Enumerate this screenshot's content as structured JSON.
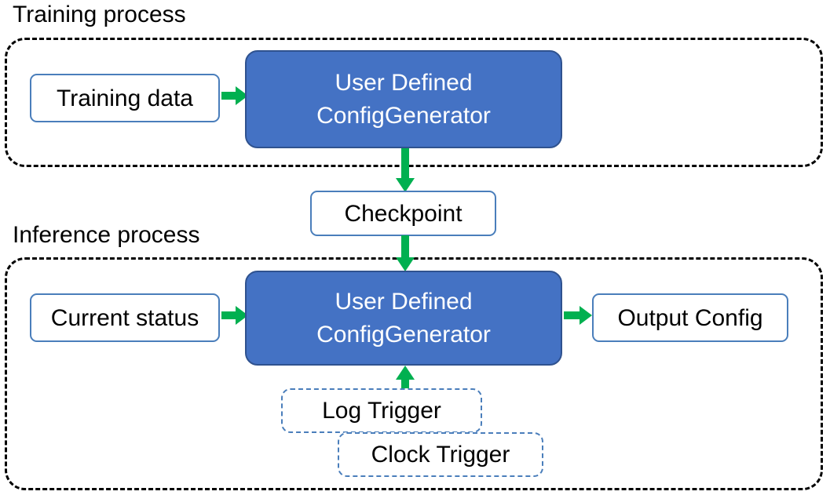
{
  "diagram": {
    "title_training": "Training process",
    "title_inference": "Inference process",
    "colors": {
      "arrow_green": "#00B050",
      "box_blue_fill": "#4472C4",
      "box_blue_border": "#2F528F",
      "node_border_blue": "#4A7EBB",
      "container_dash": "#000000",
      "text_dark": "#000000",
      "text_light": "#FFFFFF"
    }
  },
  "training": {
    "label": "Training process",
    "nodes": {
      "training_data": "Training data",
      "generator_line1": "User Defined",
      "generator_line2": "ConfigGenerator"
    }
  },
  "checkpoint": {
    "label": "Checkpoint"
  },
  "inference": {
    "label": "Inference process",
    "nodes": {
      "current_status": "Current status",
      "generator_line1": "User Defined",
      "generator_line2": "ConfigGenerator",
      "output_config": "Output Config",
      "log_trigger": "Log Trigger",
      "clock_trigger": "Clock Trigger"
    }
  },
  "edges": [
    {
      "name": "training-data-to-generator",
      "direction": "right"
    },
    {
      "name": "generator-to-checkpoint",
      "direction": "down"
    },
    {
      "name": "checkpoint-to-inference-generator",
      "direction": "down"
    },
    {
      "name": "current-status-to-generator",
      "direction": "right"
    },
    {
      "name": "generator-to-output-config",
      "direction": "right"
    },
    {
      "name": "triggers-to-generator",
      "direction": "up"
    }
  ]
}
